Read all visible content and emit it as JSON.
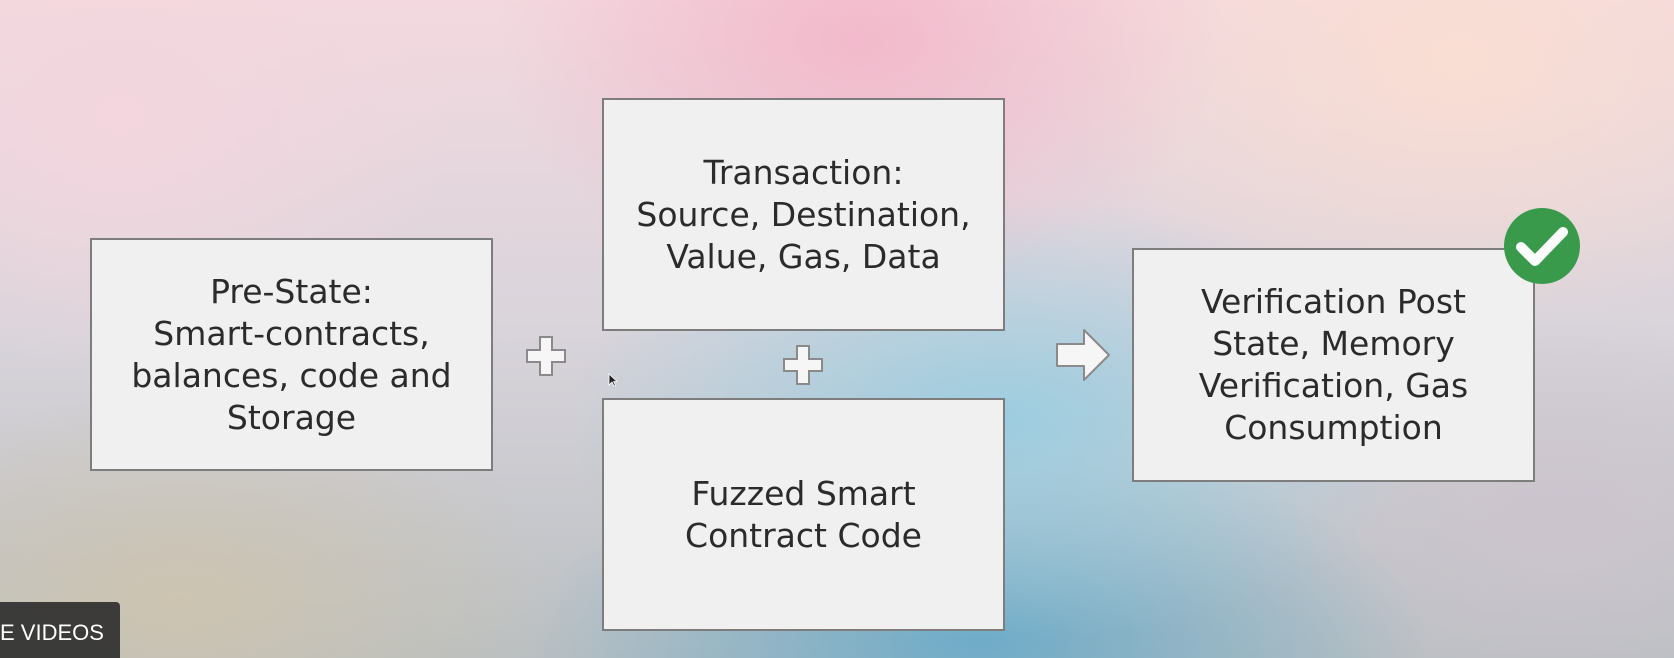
{
  "diagram": {
    "pre_state": "Pre-State:\nSmart-contracts,\nbalances, code and\nStorage",
    "transaction": "Transaction:\nSource, Destination,\nValue, Gas, Data",
    "fuzzed_code": "Fuzzed Smart\nContract Code",
    "verification": "Verification Post\nState, Memory\nVerification, Gas\nConsumption"
  },
  "colors": {
    "box_fill": "#f0f0f0",
    "box_border": "#7d7d7d",
    "check_green": "#3a9a4c"
  },
  "icons": [
    "plus-icon",
    "plus-icon",
    "right-arrow-icon",
    "checkmark-icon",
    "cursor-icon"
  ],
  "overlay": {
    "more_videos_label": "E VIDEOS"
  }
}
